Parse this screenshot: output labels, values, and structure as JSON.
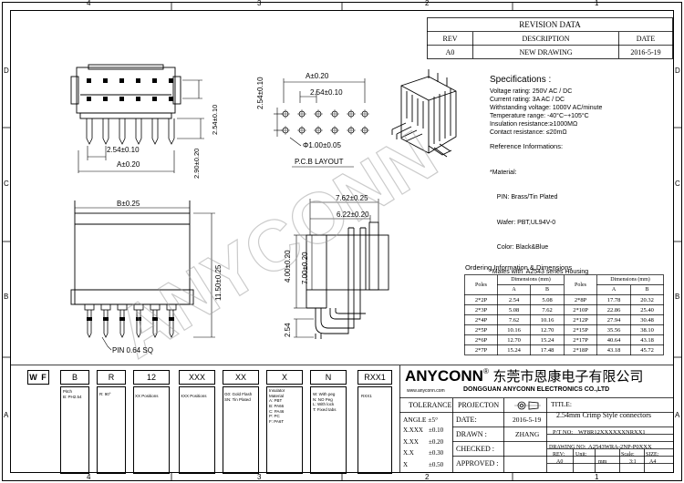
{
  "frame": {
    "top_cols": [
      "4",
      "3",
      "2",
      "1"
    ],
    "bottom_cols": [
      "4",
      "3",
      "2",
      "1"
    ],
    "left_rows": [
      "D",
      "C",
      "B",
      "A"
    ],
    "right_rows": [
      "D",
      "C",
      "B",
      "A"
    ]
  },
  "revision": {
    "title": "REVISION DATA",
    "headers": [
      "REV",
      "DESCRIPTION",
      "DATE"
    ],
    "row": [
      "A0",
      "NEW DRAWING",
      "2016-5-19"
    ]
  },
  "dims": {
    "a_top": "A±0.20",
    "pitch_top": "2.54±0.10",
    "pitch_vertical": "2.54±0.10",
    "pitch_vertical_front": "2.54±0.10",
    "hole_dia": "Φ1.00±0.05",
    "pcb_label": "P.C.B LAYOUT",
    "front_pitch": "2.54±0.10",
    "front_a": "A±0.20",
    "front_height": "2.90±0.20",
    "b_width": "B±0.25",
    "side_height": "11.50±0.25",
    "pin_label": "PIN 0.64 SQ",
    "right_w1": "7.62±0.25",
    "right_w2": "6.22±0.20",
    "right_h1": "4.00±0.20",
    "right_h2": "7.00±0.20",
    "right_h3": "2.54"
  },
  "specs": {
    "title": "Specifications :",
    "lines": [
      "Voltage rating: 250V AC / DC",
      "Current rating: 3A  AC / DC",
      "Withstanding voltage: 1000V AC/minute",
      "Temperature range: -40°C~+105°C",
      "Insulation resistance:≥1000MΩ",
      "Contact resistance: ≤20mΩ"
    ],
    "ref_title": "Reference Informations:",
    "ref_lines": [
      "*Material:",
      "    PIN: Brass/Tin Plated",
      "    Wafer: PBT,UL94V-0",
      "    Color: Black&Blue",
      "*Mates with  A2543 series Housing"
    ]
  },
  "ordering": {
    "title": "Ordering Information & Dimensions",
    "col_poles": "Poles",
    "col_dims": "Dimensions (mm)",
    "col_a": "A",
    "col_b": "B",
    "rows": [
      [
        "2*2P",
        "2.54",
        "5.08",
        "2*8P",
        "17.78",
        "20.32"
      ],
      [
        "2*3P",
        "5.08",
        "7.62",
        "2*10P",
        "22.86",
        "25.40"
      ],
      [
        "2*4P",
        "7.62",
        "10.16",
        "2*12P",
        "27.94",
        "30.48"
      ],
      [
        "2*5P",
        "10.16",
        "12.70",
        "2*15P",
        "35.56",
        "38.10"
      ],
      [
        "2*6P",
        "12.70",
        "15.24",
        "2*17P",
        "40.64",
        "43.18"
      ],
      [
        "2*7P",
        "15.24",
        "17.48",
        "2*18P",
        "43.18",
        "45.72"
      ]
    ]
  },
  "code": {
    "parts": [
      "W F",
      "B",
      "R",
      "12",
      "XXX",
      "XX",
      "X",
      "N",
      "RXX1"
    ],
    "legends": [
      [
        "Pitch",
        "B: PH2.54"
      ],
      [
        "R: 90°"
      ],
      [
        "XX Positions"
      ],
      [
        "XXX Positions"
      ],
      [
        "G0: Gold Flash",
        "SN: Tin Plated"
      ],
      [
        "Insulator",
        "Material",
        "A: PBT",
        "B: PA66",
        "C: PA46",
        "P: PC",
        "F: PA6T"
      ],
      [
        "W: With peg",
        "N: NO Peg",
        "L: With lock",
        "T: Fixed tabs"
      ],
      [
        "RXX1"
      ]
    ]
  },
  "company": {
    "name": "ANYCONN",
    "reg": "®",
    "cn": "东莞市恩康电子有限公司",
    "en": "DONGGUAN  ANYCONN ELECTRONICS CO.,LTD",
    "web": "www.anyconn.com",
    "watermark": "ANYCONN"
  },
  "titleblock": {
    "tolerance": "TOLERANCE",
    "angle": "ANGLE  ±5°",
    "tol_rows": [
      [
        "X.XXX",
        "±0.10"
      ],
      [
        "X.XX",
        "±0.20"
      ],
      [
        "X.X",
        "±0.30"
      ],
      [
        "X",
        "±0.50"
      ]
    ],
    "projection": "PROJECTON",
    "title_label": "TITLE:",
    "title_value": "2.54mm Crimp Style connectors",
    "date_label": "DATE:",
    "date_value": "2016-5-19",
    "part_label": "P/T NO:",
    "part_value": "WF8R12XXXXXXNRXX1",
    "drawn_label": "DRAWN :",
    "drawn_value": "ZHANG",
    "drawing_label": "DRAWING NO:",
    "drawing_value": "A2543WRA-2NP-P0XXX",
    "checked_label": "CHECKED :",
    "rev_label": "REV:",
    "rev_value": "A0",
    "unit_label": "Unit:",
    "unit_value": "mm",
    "scale_label": "Scale:",
    "scale_value": "3:1",
    "size_label": "SIZE:",
    "size_value": "A4",
    "approved_label": "APPROVED :"
  }
}
